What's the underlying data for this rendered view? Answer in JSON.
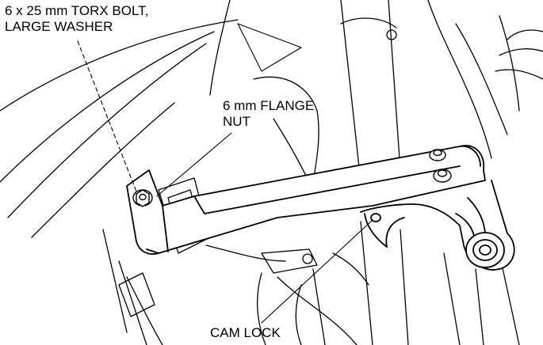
{
  "callouts": {
    "torx_bolt": {
      "line1": "6 x 25 mm TORX BOLT,",
      "line2": "LARGE WASHER"
    },
    "flange_nut": {
      "line1": "6 mm FLANGE",
      "line2": "NUT"
    },
    "cam_lock": {
      "line1": "CAM LOCK"
    }
  },
  "colors": {
    "ink": "#000000",
    "paper": "#ffffff"
  }
}
